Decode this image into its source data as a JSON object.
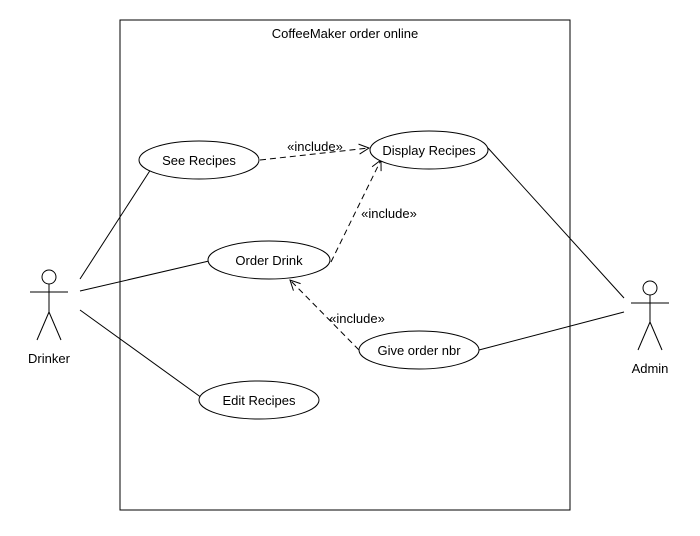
{
  "system": {
    "title": "CoffeeMaker order online"
  },
  "actors": {
    "drinker": "Drinker",
    "admin": "Admin"
  },
  "use_cases": {
    "see_recipes": "See Recipes",
    "display_recipes": "Display Recipes",
    "order_drink": "Order Drink",
    "give_order_nbr": "Give order nbr",
    "edit_recipes": "Edit Recipes"
  },
  "relations": {
    "include_see_display": "«include»",
    "include_order_display": "«include»",
    "include_give_order": "«include»"
  }
}
